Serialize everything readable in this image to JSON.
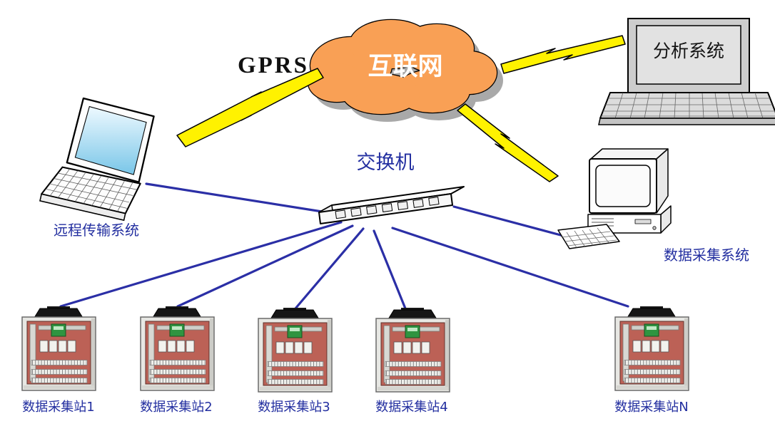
{
  "colors": {
    "cloud-fill": "#F9A055",
    "cloud-shadow": "#A9A9A9",
    "bolt-yellow": "#FFF200",
    "line-blue": "#2B2FA6",
    "label-blue": "#232FA0",
    "panel-red": "#BC6156"
  },
  "labels": {
    "gprs": "GPRS",
    "cloud": "互联网",
    "switch": "交换机",
    "remote_system": "远程传输系统",
    "analysis_system": "分析系统",
    "daq_system": "数据采集系统"
  },
  "stations": [
    {
      "label": "数据采集站1"
    },
    {
      "label": "数据采集站2"
    },
    {
      "label": "数据采集站3"
    },
    {
      "label": "数据采集站4"
    },
    {
      "label": "数据采集站N"
    }
  ]
}
